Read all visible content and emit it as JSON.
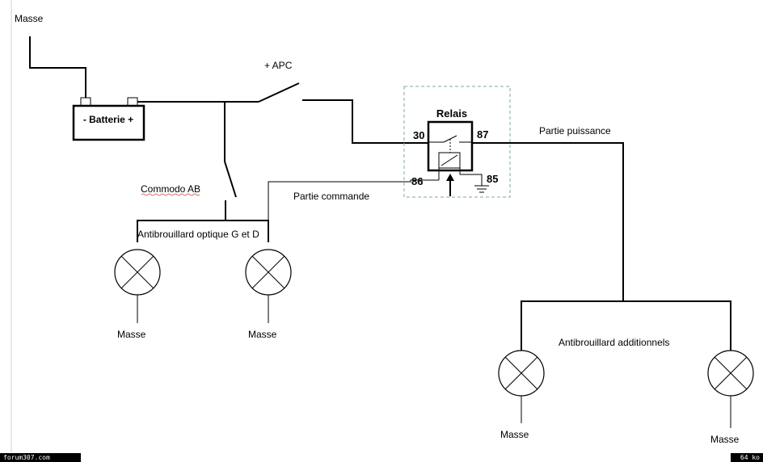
{
  "labels": {
    "masse_top": "Masse",
    "batterie": "-  Batterie  +",
    "apc": "+ APC",
    "relais": "Relais",
    "pin30": "30",
    "pin87": "87",
    "pin86": "86",
    "pin85": "85",
    "partie_puissance": "Partie puissance",
    "partie_commande": "Partie commande",
    "commodo": "Commodo AB",
    "antibrouillard_optique": "Antibrouillard optique G et D",
    "antibrouillard_additionnels": "Antibrouillard additionnels",
    "masse_lamp1": "Masse",
    "masse_lamp2": "Masse",
    "masse_lamp3": "Masse",
    "masse_lamp4": "Masse"
  },
  "footer": {
    "left": "forum307.com",
    "right": "64 ko"
  }
}
